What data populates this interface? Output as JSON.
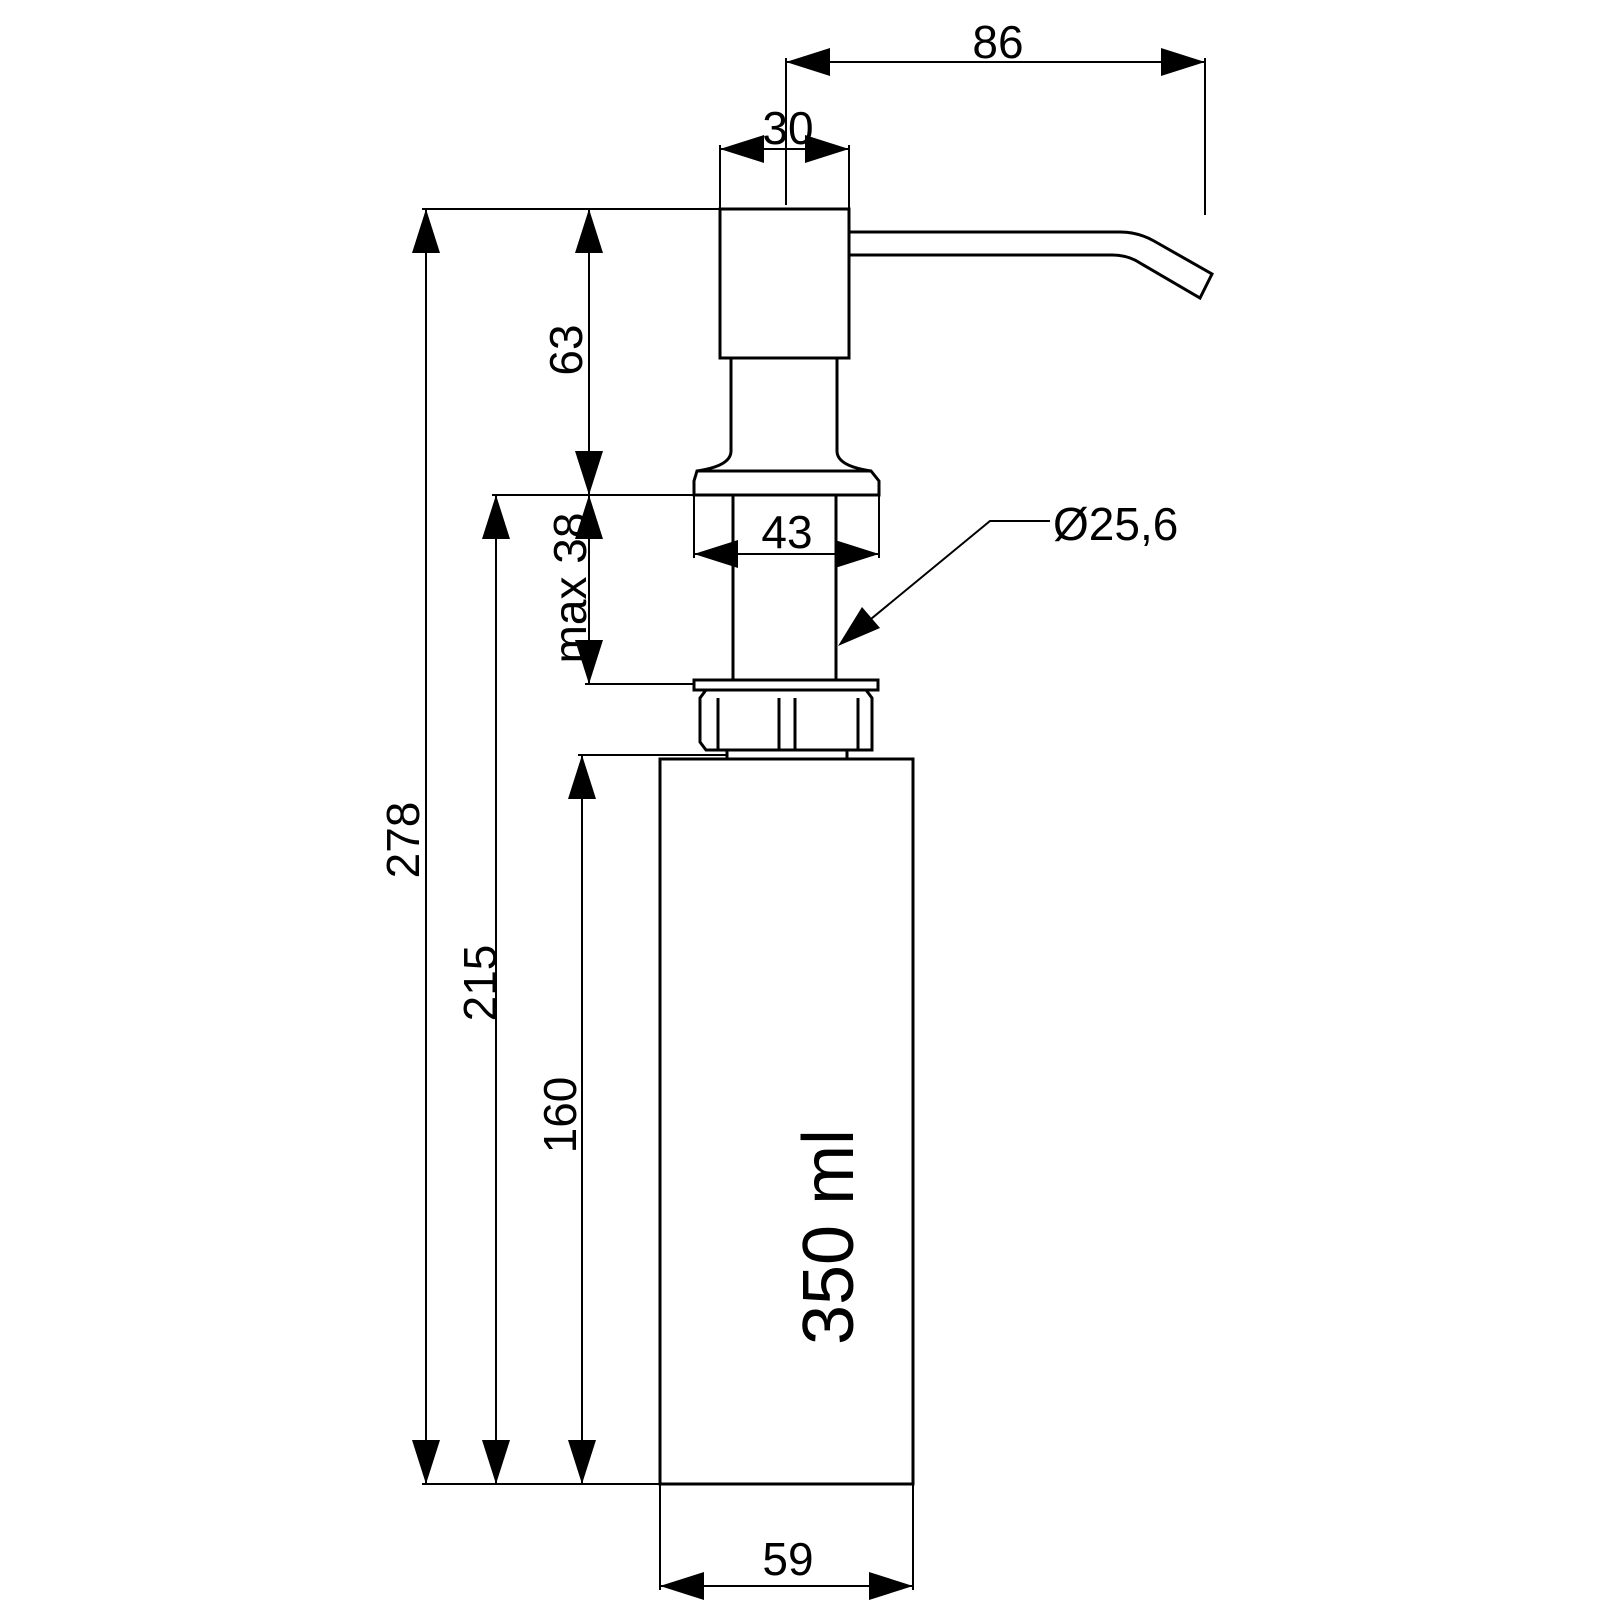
{
  "drawing": {
    "spout_reach": "86",
    "head_width": "30",
    "total_height": "278",
    "pump_head_height": "63",
    "max_counter_thickness": "max 38",
    "flange_width": "43",
    "shank_diameter": "Ø25,6",
    "below_counter_height": "215",
    "bottle_height": "160",
    "bottle_capacity": "350 ml",
    "bottle_width": "59"
  }
}
